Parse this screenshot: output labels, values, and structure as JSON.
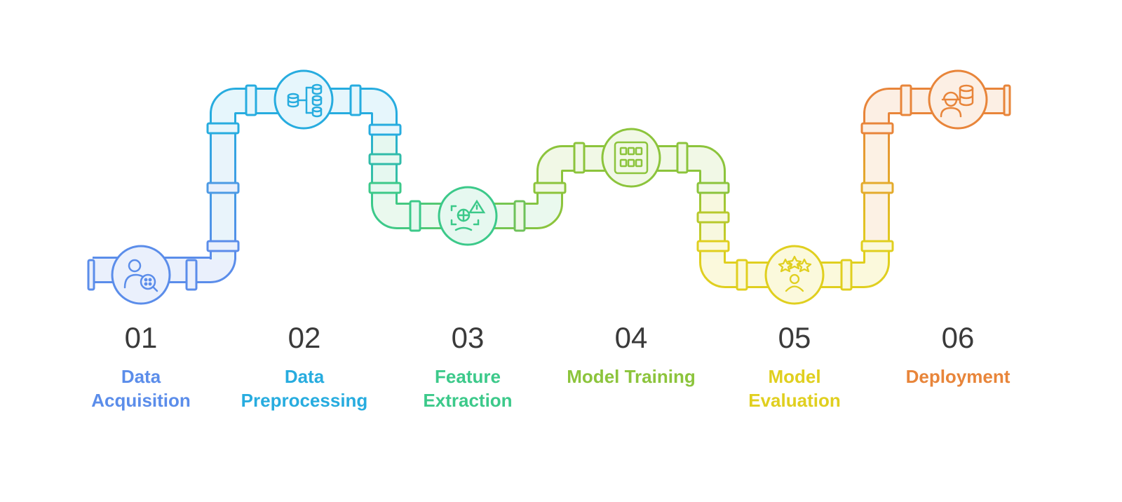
{
  "colors": {
    "step1": "#5b8dea",
    "step2": "#27acdf",
    "step3": "#3cc98a",
    "step4": "#8cc43c",
    "step5": "#e0cf1f",
    "step6": "#e8853a"
  },
  "steps": [
    {
      "number": "01",
      "label": "Data\nAcquisition",
      "icon": "user-search-icon"
    },
    {
      "number": "02",
      "label": "Data\nPreprocessing",
      "icon": "database-flow-icon"
    },
    {
      "number": "03",
      "label": "Feature\nExtraction",
      "icon": "feature-detect-icon"
    },
    {
      "number": "04",
      "label": "Model Training",
      "icon": "grid-board-icon"
    },
    {
      "number": "05",
      "label": "Model\nEvaluation",
      "icon": "star-rating-icon"
    },
    {
      "number": "06",
      "label": "Deployment",
      "icon": "engineer-database-icon"
    }
  ]
}
